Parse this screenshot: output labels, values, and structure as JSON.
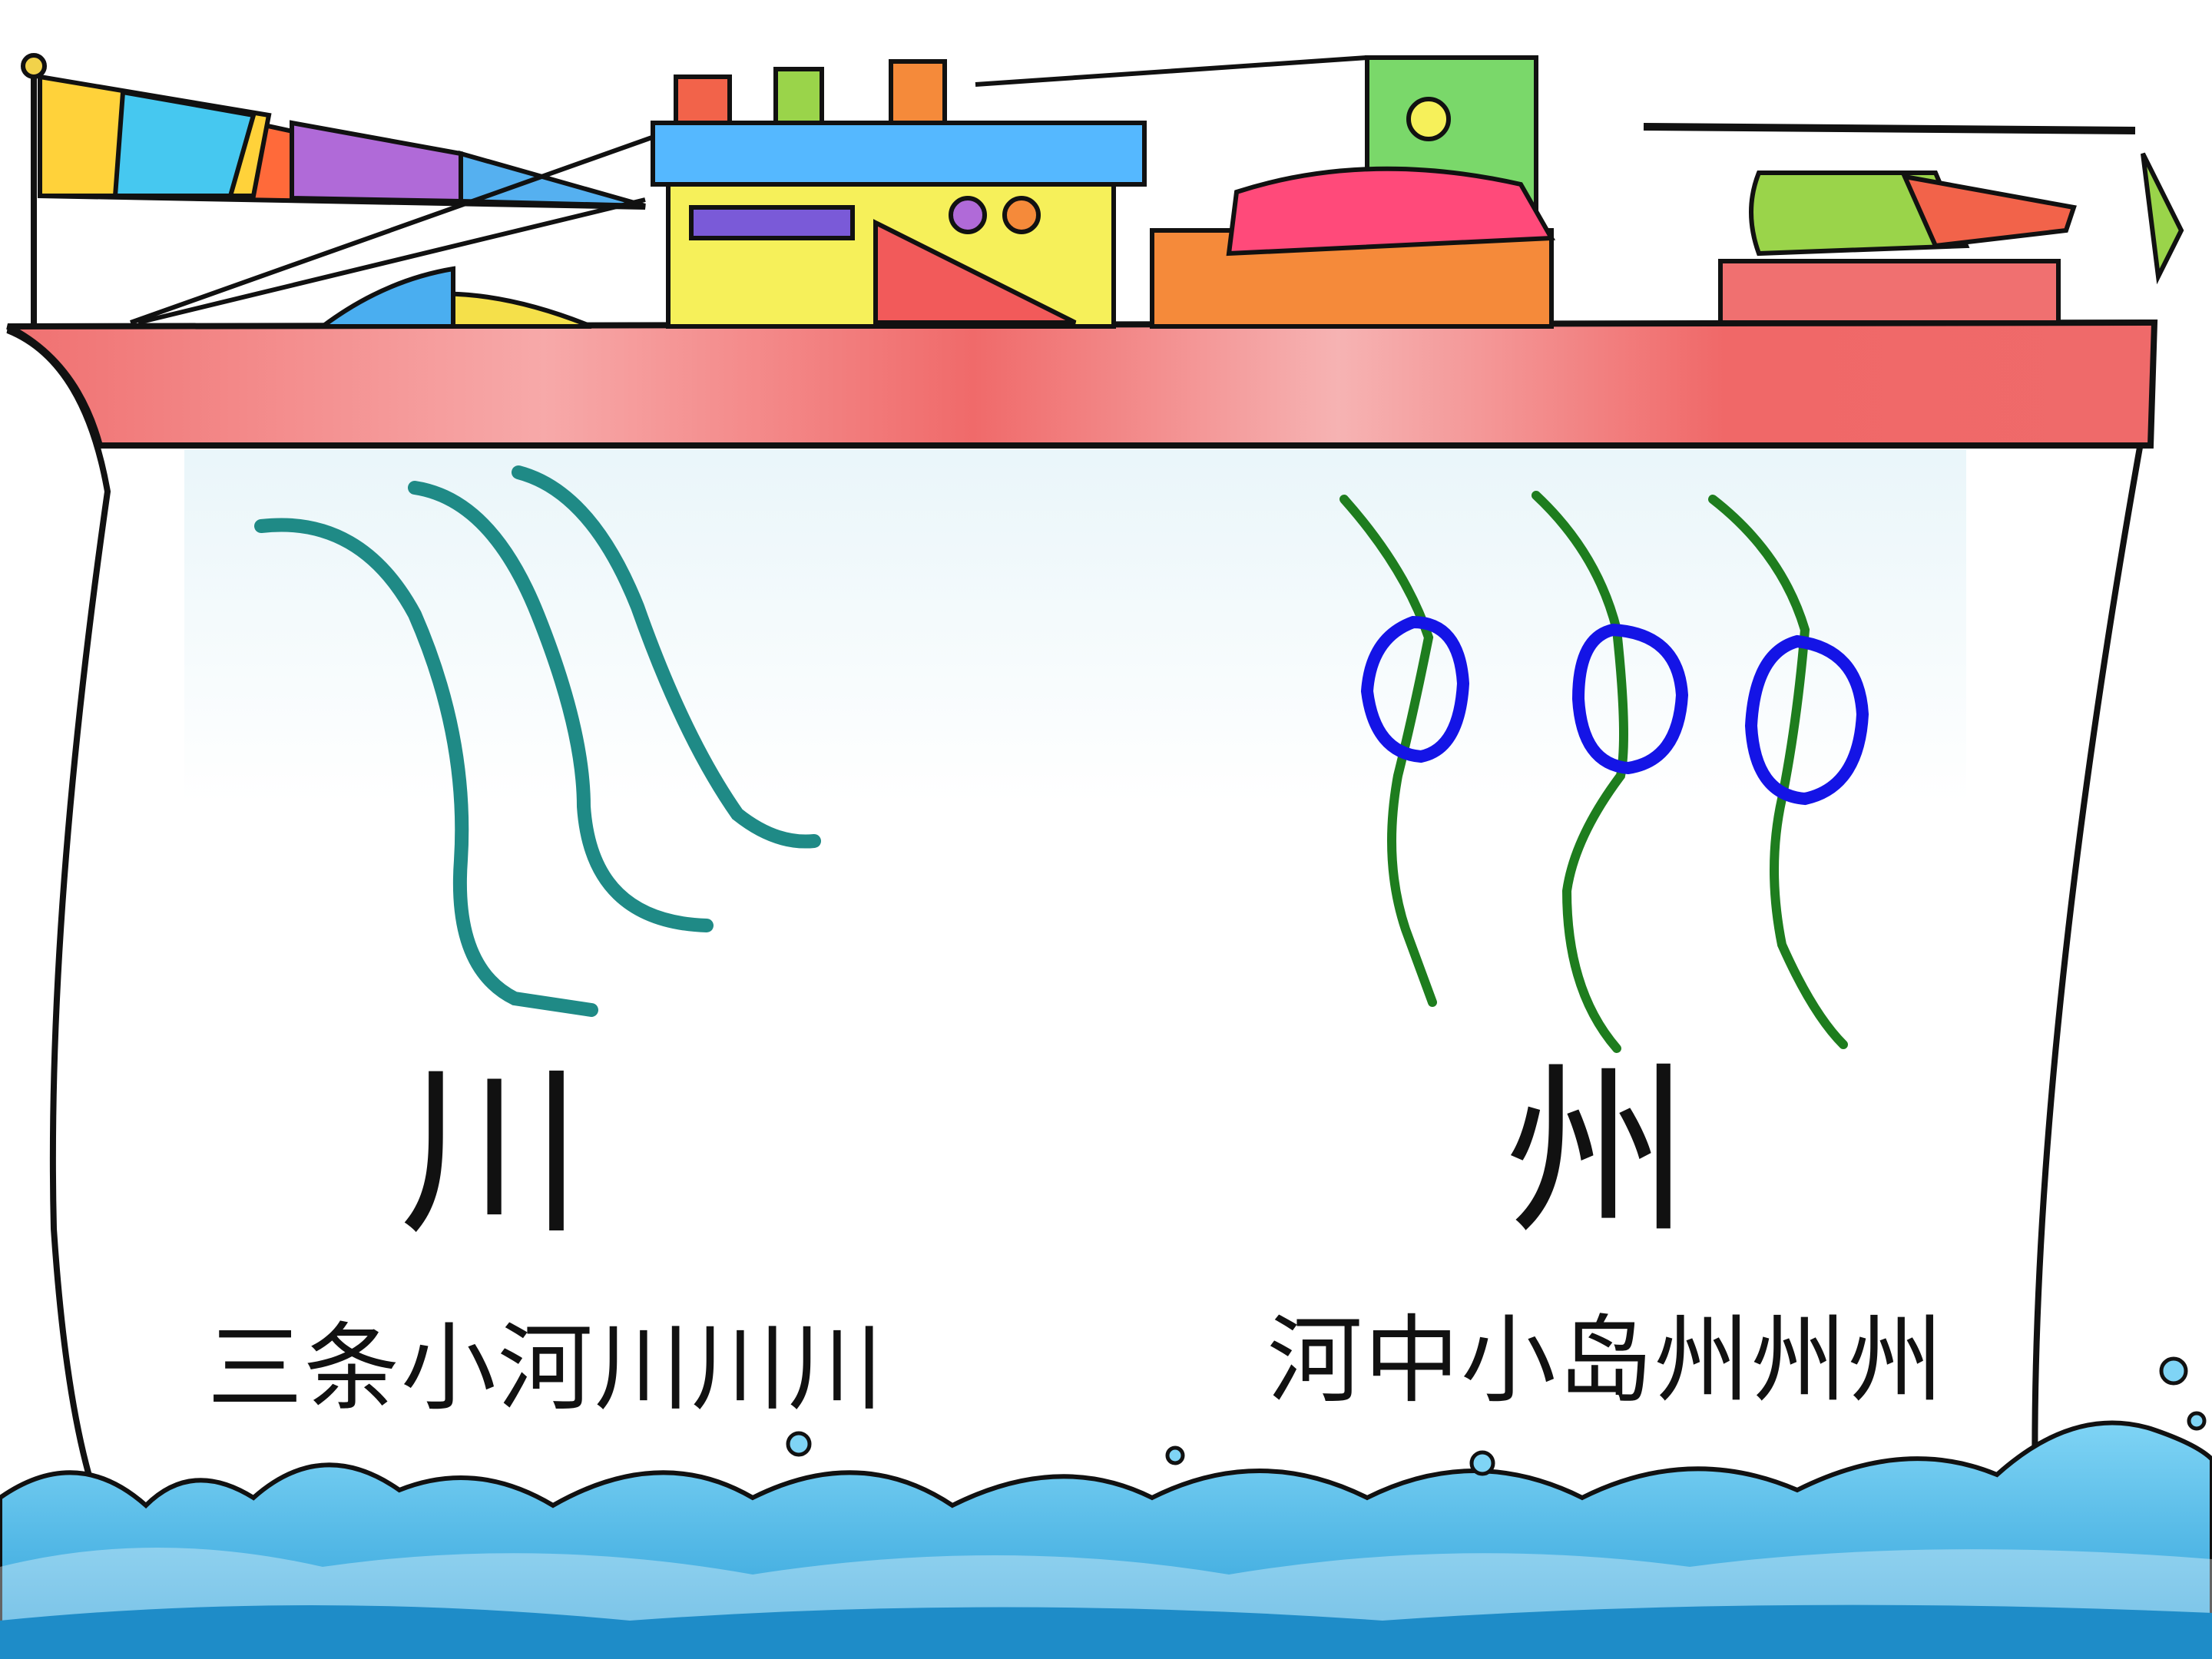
{
  "left_panel": {
    "character": "川",
    "caption": "三条小河川川川"
  },
  "right_panel": {
    "character": "州",
    "caption": "河中小岛州州州"
  },
  "colors": {
    "river_left": "#1f8a86",
    "river_right": "#1e7d1e",
    "island_outline": "#1414e6",
    "hull_red": "#f07070",
    "water_blue": "#46b8e8"
  },
  "icons": [
    "ship-illustration",
    "flag-icon",
    "helicopter-icon",
    "wave-icon"
  ]
}
